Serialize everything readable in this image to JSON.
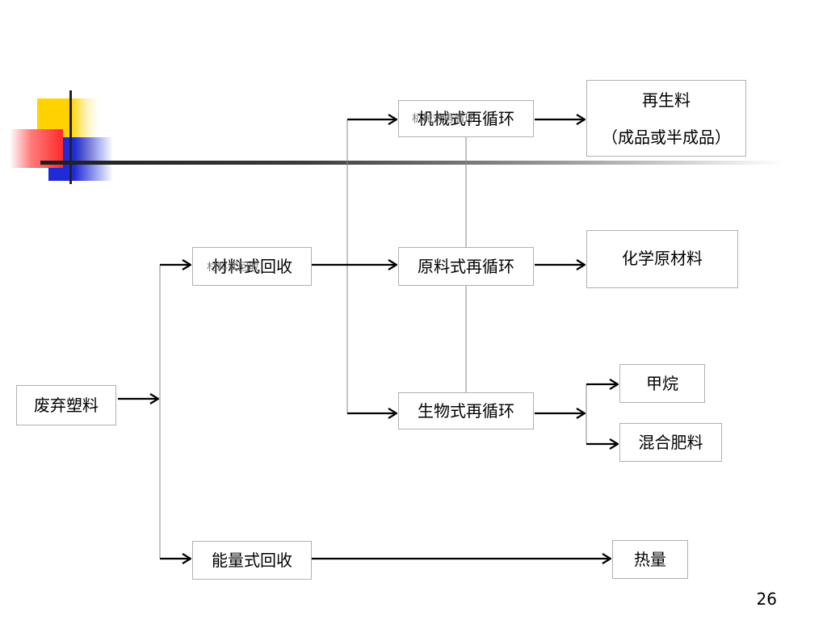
{
  "diagram": {
    "nodes": {
      "waste_plastic": "废弃塑料",
      "material_recovery": "材料式回收",
      "energy_recovery": "能量式回收",
      "mechanical_recycle": "机械式再循环",
      "feedstock_recycle": "原料式再循环",
      "bio_recycle": "生物式再循环",
      "recycled_material_line1": "再生料",
      "recycled_material_line2": "（成品或半成品）",
      "chemical_feedstock": "化学原材料",
      "methane": "甲烷",
      "compost": "混合肥料",
      "heat": "热量"
    },
    "ghost_labels": {
      "mechanical_overlap": "机械式再循环",
      "material_overlap": "材料式回收"
    },
    "edges": [
      [
        "waste_plastic",
        "material_recovery"
      ],
      [
        "waste_plastic",
        "energy_recovery"
      ],
      [
        "material_recovery",
        "mechanical_recycle"
      ],
      [
        "material_recovery",
        "feedstock_recycle"
      ],
      [
        "material_recovery",
        "bio_recycle"
      ],
      [
        "mechanical_recycle",
        "recycled_material"
      ],
      [
        "feedstock_recycle",
        "chemical_feedstock"
      ],
      [
        "bio_recycle",
        "methane"
      ],
      [
        "bio_recycle",
        "compost"
      ],
      [
        "energy_recovery",
        "heat"
      ]
    ]
  },
  "slide": {
    "page_number": "26"
  },
  "colors": {
    "yellow_square": "#ffd200",
    "red_square": "#ff3b3b",
    "blue_square": "#1f2bd6",
    "border": "#b0b0b0"
  }
}
